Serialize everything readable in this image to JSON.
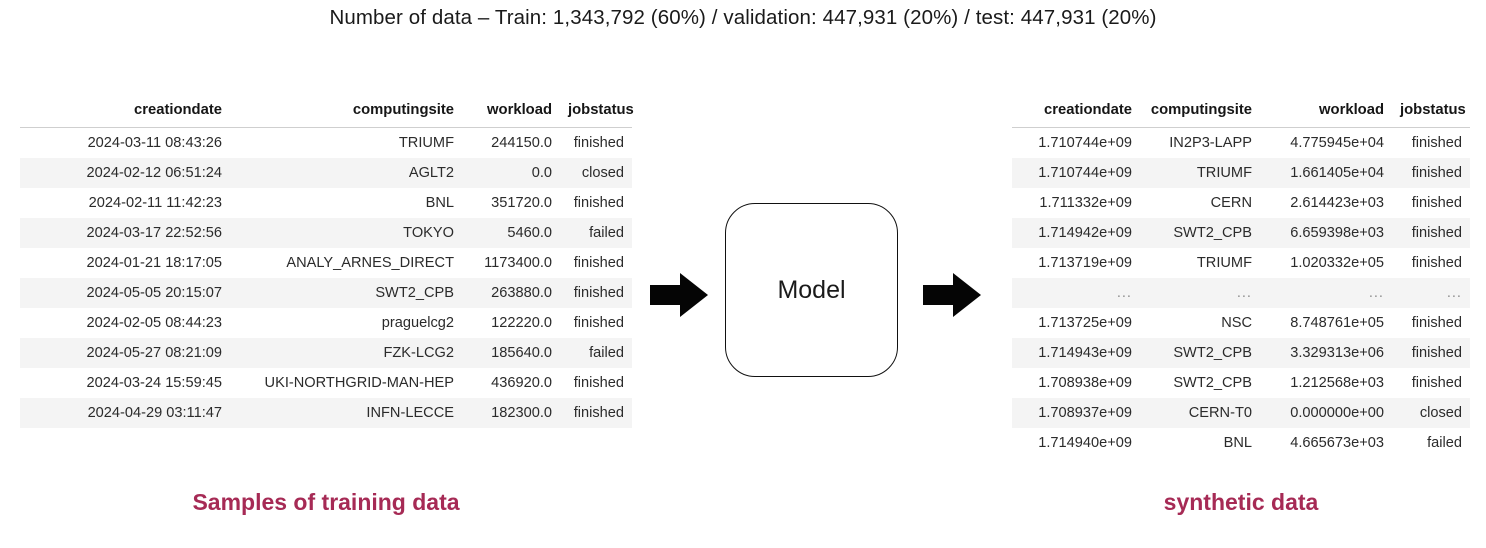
{
  "title": "Number of data –  Train: 1,343,792 (60%)  /  validation: 447,931 (20%)  /  test: 447,931 (20%)",
  "model": {
    "label": "Model"
  },
  "arrows": {
    "in_name": "arrow-right-icon",
    "out_name": "arrow-right-icon"
  },
  "accent_color": "#a62a55",
  "left_table": {
    "caption": "Samples of training data",
    "columns": [
      "creationdate",
      "computingsite",
      "workload",
      "jobstatus"
    ],
    "rows": [
      [
        "2024-03-11 08:43:26",
        "TRIUMF",
        "244150.0",
        "finished"
      ],
      [
        "2024-02-12 06:51:24",
        "AGLT2",
        "0.0",
        "closed"
      ],
      [
        "2024-02-11 11:42:23",
        "BNL",
        "351720.0",
        "finished"
      ],
      [
        "2024-03-17 22:52:56",
        "TOKYO",
        "5460.0",
        "failed"
      ],
      [
        "2024-01-21 18:17:05",
        "ANALY_ARNES_DIRECT",
        "1173400.0",
        "finished"
      ],
      [
        "2024-05-05 20:15:07",
        "SWT2_CPB",
        "263880.0",
        "finished"
      ],
      [
        "2024-02-05 08:44:23",
        "praguelcg2",
        "122220.0",
        "finished"
      ],
      [
        "2024-05-27 08:21:09",
        "FZK-LCG2",
        "185640.0",
        "failed"
      ],
      [
        "2024-03-24 15:59:45",
        "UKI-NORTHGRID-MAN-HEP",
        "436920.0",
        "finished"
      ],
      [
        "2024-04-29 03:11:47",
        "INFN-LECCE",
        "182300.0",
        "finished"
      ]
    ]
  },
  "right_table": {
    "caption": "synthetic data",
    "columns": [
      "creationdate",
      "computingsite",
      "workload",
      "jobstatus"
    ],
    "rows": [
      [
        "1.710744e+09",
        "IN2P3-LAPP",
        "4.775945e+04",
        "finished"
      ],
      [
        "1.710744e+09",
        "TRIUMF",
        "1.661405e+04",
        "finished"
      ],
      [
        "1.711332e+09",
        "CERN",
        "2.614423e+03",
        "finished"
      ],
      [
        "1.714942e+09",
        "SWT2_CPB",
        "6.659398e+03",
        "finished"
      ],
      [
        "1.713719e+09",
        "TRIUMF",
        "1.020332e+05",
        "finished"
      ],
      [
        "...",
        "...",
        "...",
        "..."
      ],
      [
        "1.713725e+09",
        "NSC",
        "8.748761e+05",
        "finished"
      ],
      [
        "1.714943e+09",
        "SWT2_CPB",
        "3.329313e+06",
        "finished"
      ],
      [
        "1.708938e+09",
        "SWT2_CPB",
        "1.212568e+03",
        "finished"
      ],
      [
        "1.708937e+09",
        "CERN-T0",
        "0.000000e+00",
        "closed"
      ],
      [
        "1.714940e+09",
        "BNL",
        "4.665673e+03",
        "failed"
      ]
    ]
  }
}
